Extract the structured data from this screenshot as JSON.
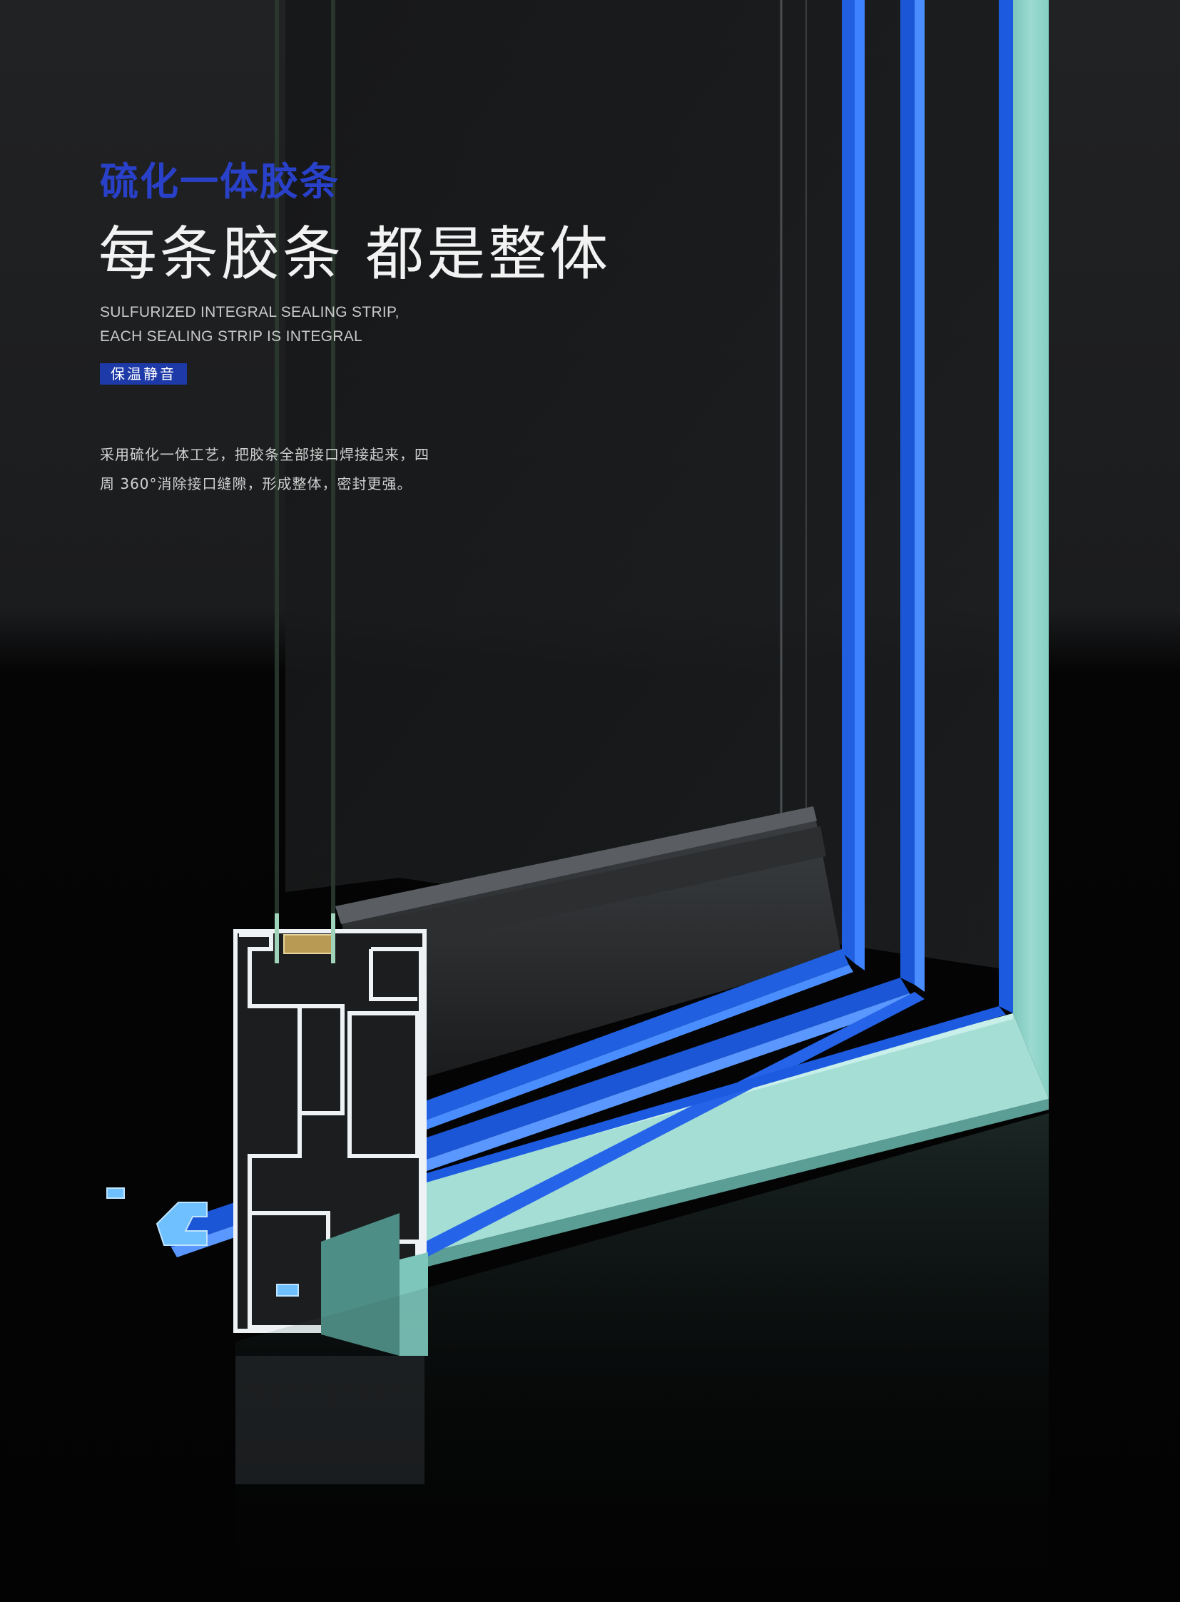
{
  "headline": {
    "title_blue": "硫化一体胶条",
    "title_white": "每条胶条 都是整体",
    "subtitle_en_line1": "SULFURIZED INTEGRAL SEALING STRIP,",
    "subtitle_en_line2": "EACH SEALING STRIP IS INTEGRAL"
  },
  "badge": {
    "label": "保温静音"
  },
  "description": {
    "line1": "采用硫化一体工艺，把胶条全部接口焊接起来，四",
    "line2": "周 360°消除接口缝隙，形成整体，密封更强。"
  },
  "colors": {
    "background": "#1d1e20",
    "accent_blue": "#2940c8",
    "badge_blue": "#1d3aa8",
    "frame_mint": "#8fd2c8",
    "seal_blue": "#1f5fe0",
    "profile_white": "#eef2f4"
  },
  "icons": [
    "window-frame-illustration"
  ]
}
